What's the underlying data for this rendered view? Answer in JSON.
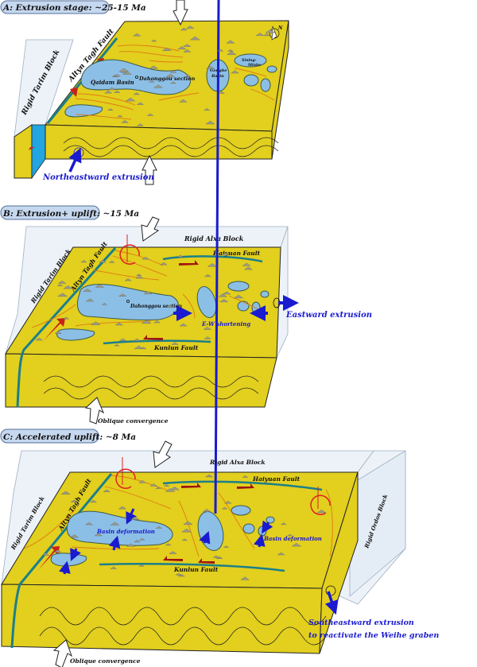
{
  "panel_a": {
    "title": "A: Extrusion stage: ~25-15 Ma",
    "labels": {
      "tarim": "Rigid Tarim Block",
      "altyn": "Altyn Tagh Fault",
      "qaidam": "Qaidam Basin",
      "section": "Dahonggou section",
      "gonghe_1": "Gonghe",
      "gonghe_2": "Basin",
      "xining_1": "Xining-",
      "xining_2": "Minhe",
      "extrusion": "Northeastward extrusion",
      "north": "N"
    }
  },
  "panel_b": {
    "title": "B: Extrusion+ uplift: ~15 Ma",
    "labels": {
      "alxa": "Rigid Alxa Block",
      "tarim": "Rigid Tarim Block",
      "altyn": "Altyn Tagh Fault",
      "haiyuan": "Haiyuan Fault",
      "section": "Dahonggou section",
      "shortening": "E-W shortening",
      "kunlun": "Kunlun Fault",
      "extrusion": "Eastward extrusion",
      "convergence": "Oblique convergence"
    }
  },
  "panel_c": {
    "title": "C: Accelerated uplift: ~8 Ma",
    "labels": {
      "alxa": "Rigid Alxa Block",
      "tarim": "Rigid Tarim Block",
      "altyn": "Altyn Tagh Fault",
      "haiyuan": "Haiyuan Fault",
      "basin_def_1": "Basin deformation",
      "basin_def_2": "Basin deformation",
      "kunlun": "Kunlun Fault",
      "ordos": "Rigid Ordos Block",
      "extrusion_1": "Southeastward extrusion",
      "extrusion_2": "to reactivate the Weihe graben",
      "convergence": "Oblique convergence"
    }
  },
  "colors": {
    "block": "#e2cf1e",
    "basin": "#8cbfe6",
    "fault": "#e07a12",
    "strike_slip": "#c8201a",
    "extrusion_arrow": "#1a1ad0",
    "label_pill": "#c6d8ef"
  }
}
